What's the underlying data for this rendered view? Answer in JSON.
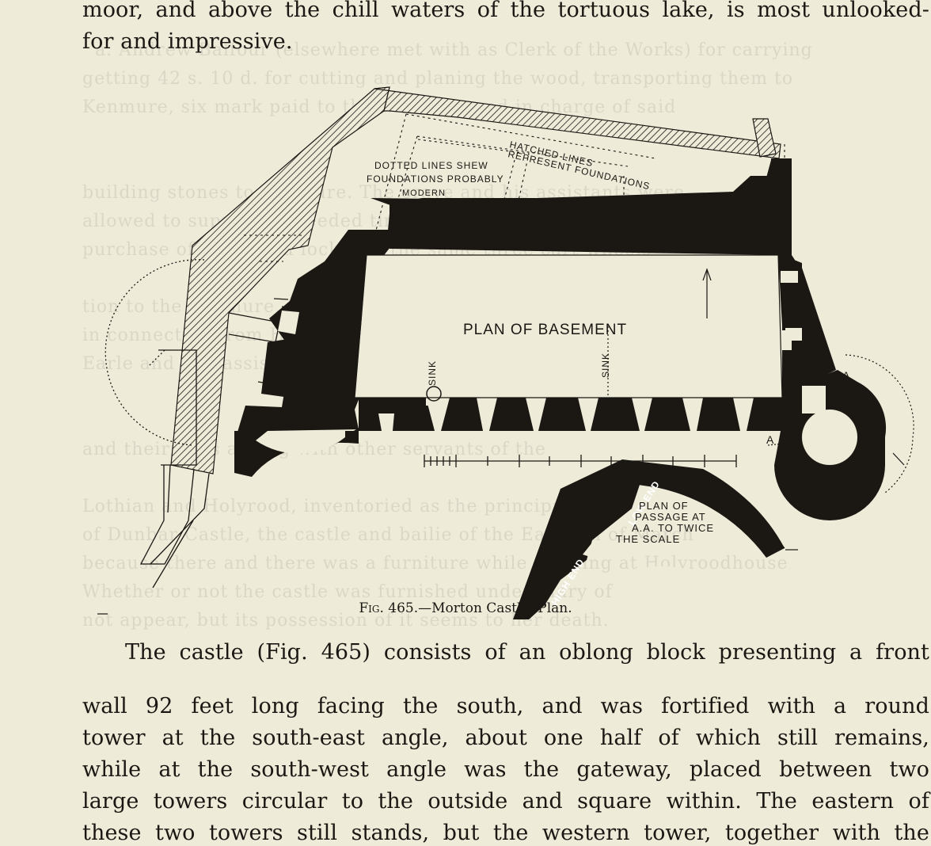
{
  "top_text": {
    "line1": "moor, and above the chill waters of the tortuous lake, is most unlooked-",
    "line2": "for and impressive."
  },
  "figure": {
    "labels": {
      "hatched_1": "HATCHED LINES",
      "hatched_2": "REPRESENT FOUNDATIONS",
      "dotted_1": "DOTTED LINES SHEW",
      "dotted_2": "FOUNDATIONS PROBABLY",
      "dotted_3": "MODERN",
      "plan_title": "PLAN OF BASEMENT",
      "sink_left": "SINK",
      "sink_right": "SINK",
      "marker_a_right": "A",
      "marker_a_bottom": "A",
      "low_end": "LOW END",
      "high_end": "HIGH END",
      "passage_1": "PLAN OF",
      "passage_2": "PASSAGE AT",
      "passage_3": "A.A. TO TWICE",
      "passage_4": "THE SCALE"
    },
    "caption_prefix": "Fig. 465.",
    "caption_text": "—Morton Castle.   Plan."
  },
  "body_text": {
    "line1": "The castle (Fig. 465) consists of an oblong block presenting a front",
    "line2": "wall 92 feet long facing the south, and was fortified with a round",
    "line3": "tower at the south-east angle, about one half of which still remains,",
    "line4": "while at the south-west angle was the gateway, placed between two",
    "line5": "large towers circular to the outside and square within.  The eastern of",
    "line6": "these two towers still stands, but the western tower, together with the"
  },
  "colors": {
    "paper": "#eeebd9",
    "ink": "#1b1814"
  }
}
